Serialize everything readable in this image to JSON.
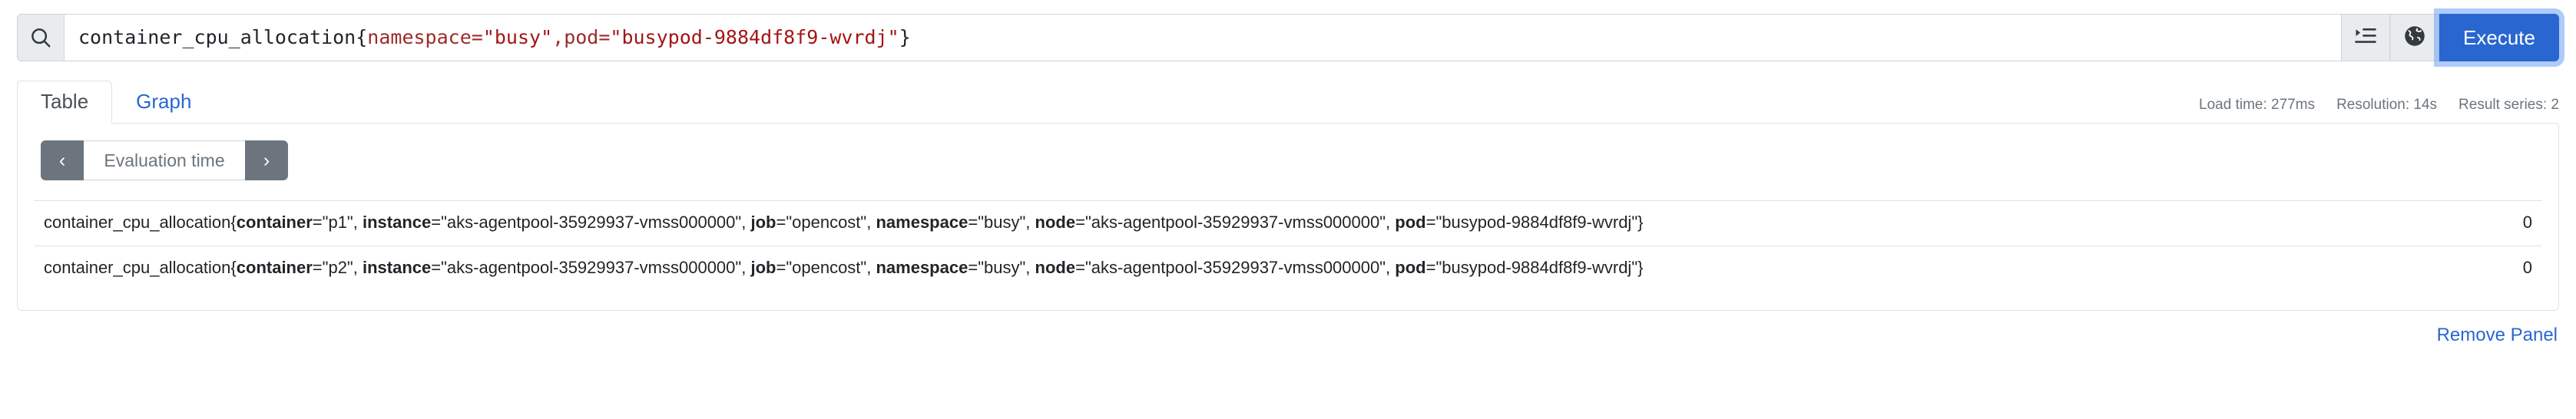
{
  "query_bar": {
    "search_icon": "search-icon",
    "expression": "container_cpu_allocation{namespace=\"busy\",pod=\"busypod-9884df8f9-wvrdj\"}",
    "expression_tokens": [
      {
        "text": "container_cpu_allocation",
        "type": "metric"
      },
      {
        "text": "{",
        "type": "punct"
      },
      {
        "text": "namespace=",
        "type": "label"
      },
      {
        "text": "\"busy\"",
        "type": "string"
      },
      {
        "text": ",",
        "type": "label"
      },
      {
        "text": "pod=",
        "type": "label"
      },
      {
        "text": "\"busypod-9884df8f9-wvrdj\"",
        "type": "string"
      },
      {
        "text": "}",
        "type": "punct"
      }
    ],
    "metrics_explorer_icon": "metrics-explorer-icon",
    "globe_icon": "globe-icon",
    "execute_label": "Execute",
    "execute_color": "#2a66d0"
  },
  "tabs": [
    {
      "label": "Table",
      "active": true
    },
    {
      "label": "Graph",
      "active": false
    }
  ],
  "stats": {
    "load_time": "Load time: 277ms",
    "resolution": "Resolution: 14s",
    "result_series": "Result series: 2"
  },
  "eval_time": {
    "prev_label": "‹",
    "placeholder": "Evaluation time",
    "value": "",
    "next_label": "›"
  },
  "results": {
    "rows": [
      {
        "metric": "container_cpu_allocation",
        "labels": [
          {
            "key": "container",
            "value": "\"p1\""
          },
          {
            "key": "instance",
            "value": "\"aks-agentpool-35929937-vmss000000\""
          },
          {
            "key": "job",
            "value": "\"opencost\""
          },
          {
            "key": "namespace",
            "value": "\"busy\""
          },
          {
            "key": "node",
            "value": "\"aks-agentpool-35929937-vmss000000\""
          },
          {
            "key": "pod",
            "value": "\"busypod-9884df8f9-wvrdj\""
          }
        ],
        "value": "0"
      },
      {
        "metric": "container_cpu_allocation",
        "labels": [
          {
            "key": "container",
            "value": "\"p2\""
          },
          {
            "key": "instance",
            "value": "\"aks-agentpool-35929937-vmss000000\""
          },
          {
            "key": "job",
            "value": "\"opencost\""
          },
          {
            "key": "namespace",
            "value": "\"busy\""
          },
          {
            "key": "node",
            "value": "\"aks-agentpool-35929937-vmss000000\""
          },
          {
            "key": "pod",
            "value": "\"busypod-9884df8f9-wvrdj\""
          }
        ],
        "value": "0"
      }
    ]
  },
  "footer": {
    "remove_panel_label": "Remove Panel",
    "link_color": "#2a66d0"
  }
}
